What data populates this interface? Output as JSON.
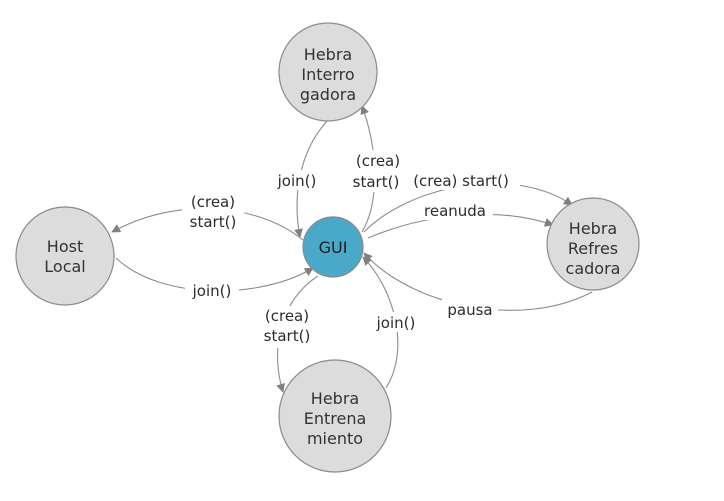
{
  "colors": {
    "node_fill": "#dcdcdc",
    "node_stroke": "#8a8a8a",
    "gui_fill": "#4aa8c9",
    "gui_stroke": "#2f86a6",
    "edge": "#8c8c8c",
    "arrow": "#808080"
  },
  "nodes": {
    "gui": {
      "label": "GUI"
    },
    "interrogadora": {
      "lines": [
        "Hebra",
        "Interro",
        "gadora"
      ]
    },
    "host_local": {
      "lines": [
        "Host",
        "Local"
      ]
    },
    "refrescadora": {
      "lines": [
        "Hebra",
        "Refres",
        "cadora"
      ]
    },
    "entrenamiento": {
      "lines": [
        "Hebra",
        "Entrena",
        "miento"
      ]
    }
  },
  "edges": {
    "gui_to_interrogadora": {
      "lines": [
        "(crea)",
        "start()"
      ]
    },
    "interrogadora_to_gui": {
      "lines": [
        "join()"
      ]
    },
    "gui_to_host": {
      "lines": [
        "(crea)",
        "start()"
      ]
    },
    "host_to_gui": {
      "lines": [
        "join()"
      ]
    },
    "gui_to_refrescadora_crea": {
      "lines": [
        "(crea) start()"
      ]
    },
    "gui_to_refrescadora_reanuda": {
      "lines": [
        "reanuda"
      ]
    },
    "refrescadora_to_gui": {
      "lines": [
        "pausa"
      ]
    },
    "gui_to_entrenamiento": {
      "lines": [
        "(crea)",
        "start()"
      ]
    },
    "entrenamiento_to_gui": {
      "lines": [
        "join()"
      ]
    }
  }
}
